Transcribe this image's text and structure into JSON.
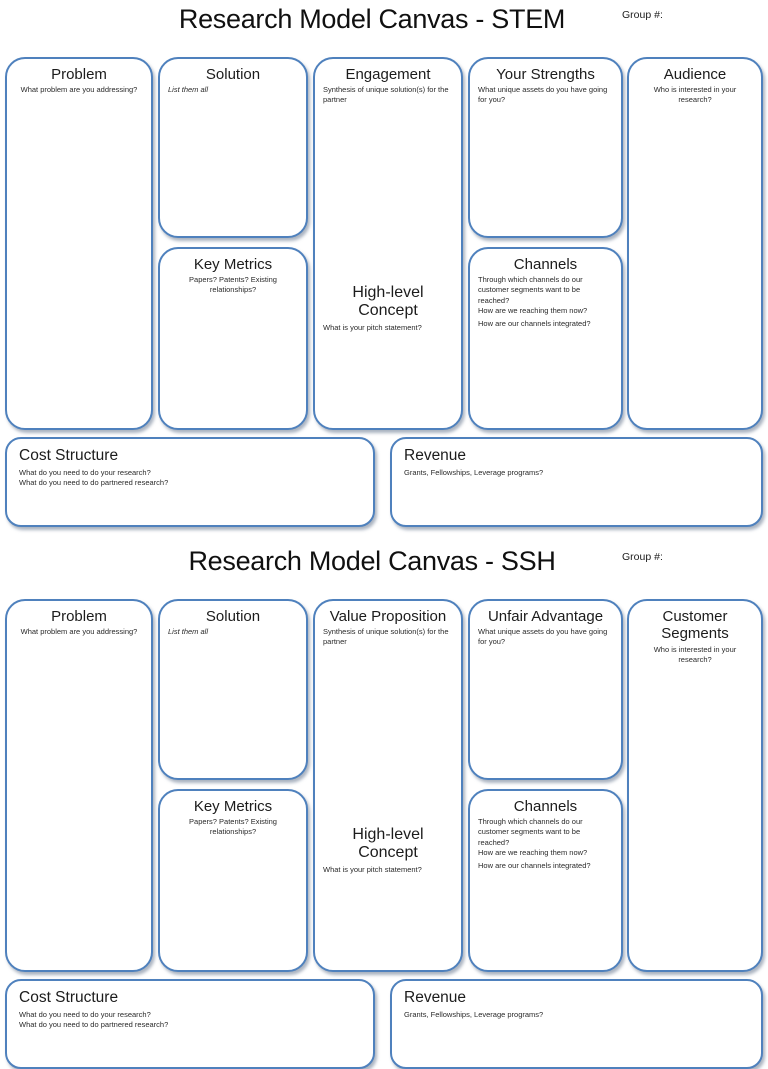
{
  "page": {
    "background_color": "#ffffff",
    "box_border_color": "#4f81bd"
  },
  "canvases": [
    {
      "title": "Research Model Canvas - STEM",
      "group_label": "Group #:",
      "boxes": {
        "problem": {
          "title": "Problem",
          "hint": "What problem are you addressing?"
        },
        "solution": {
          "title": "Solution",
          "hint": "List them all"
        },
        "key_metrics": {
          "title": "Key Metrics",
          "hint": "Papers? Patents? Existing relationships?"
        },
        "main_top": {
          "title": "Engagement",
          "hint": "Synthesis of unique solution(s) for the partner"
        },
        "main_mid": {
          "title": "High-level Concept",
          "hint": "What is your pitch statement?"
        },
        "strengths": {
          "title": "Your Strengths",
          "hint": "What unique assets do you have going for you?"
        },
        "channels": {
          "title": "Channels",
          "hints": [
            "Through which channels do our customer segments want to be reached?",
            "How are we reaching them now?",
            "How are our channels integrated?"
          ]
        },
        "audience": {
          "title": "Audience",
          "hint": "Who is interested in your research?"
        },
        "cost_structure": {
          "title": "Cost Structure",
          "hints": [
            "What do you need to do your research?",
            "What do you need to do partnered research?"
          ]
        },
        "revenue": {
          "title": "Revenue",
          "hint": "Grants, Fellowships, Leverage programs?"
        }
      }
    },
    {
      "title": "Research Model Canvas - SSH",
      "group_label": "Group #:",
      "boxes": {
        "problem": {
          "title": "Problem",
          "hint": "What problem are you addressing?"
        },
        "solution": {
          "title": "Solution",
          "hint": "List them all"
        },
        "key_metrics": {
          "title": "Key Metrics",
          "hint": "Papers? Patents? Existing relationships?"
        },
        "main_top": {
          "title": "Value Proposition",
          "hint": "Synthesis of unique solution(s) for the partner"
        },
        "main_mid": {
          "title": "High-level Concept",
          "hint": "What is your pitch statement?"
        },
        "strengths": {
          "title": "Unfair Advantage",
          "hint": "What unique assets do you have going for you?"
        },
        "channels": {
          "title": "Channels",
          "hints": [
            "Through which channels do our customer segments want to be reached?",
            "How are we reaching them now?",
            "How are our channels integrated?"
          ]
        },
        "audience": {
          "title": "Customer Segments",
          "hint": "Who is interested in your research?"
        },
        "cost_structure": {
          "title": "Cost Structure",
          "hints": [
            "What do you need to do your research?",
            "What do you need to do partnered research?"
          ]
        },
        "revenue": {
          "title": "Revenue",
          "hint": "Grants, Fellowships, Leverage programs?"
        }
      }
    }
  ]
}
